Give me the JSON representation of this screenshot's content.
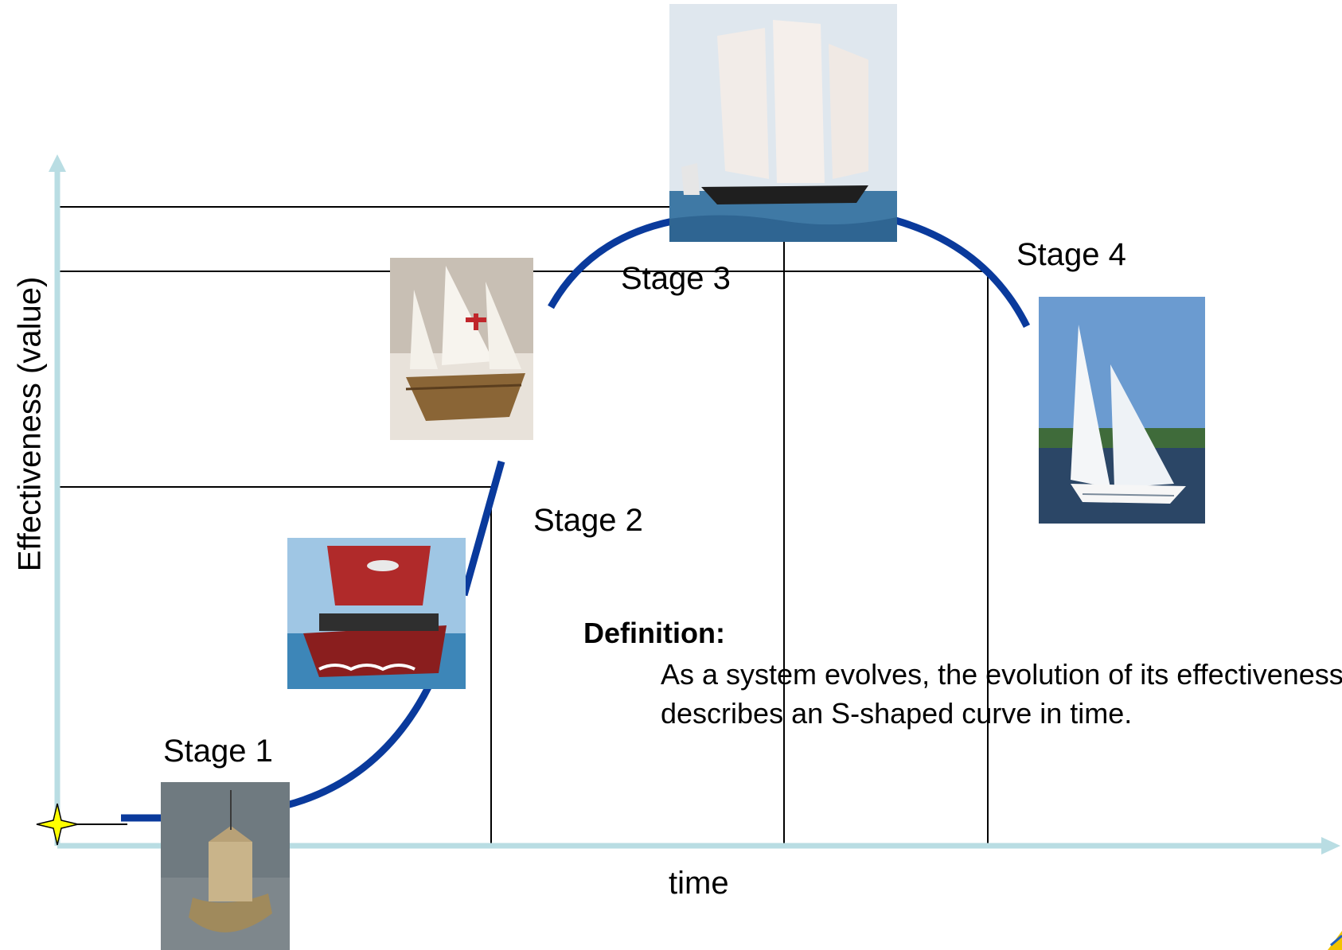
{
  "axes": {
    "ylabel": "Effectiveness (value)",
    "xlabel": "time"
  },
  "stages": [
    {
      "label": "Stage 1",
      "image": "reed-boat-photo"
    },
    {
      "label": "Stage 2",
      "image": "galley-red-sail-photo"
    },
    {
      "label": "Stage 3",
      "image": "caravel-model-photo"
    },
    {
      "label": "Stage 4",
      "image": "sailboat-photo"
    }
  ],
  "peak_image": "clipper-ship-photo",
  "definition": {
    "title": "Definition:",
    "text": "As a system evolves, the evolution of its effectiveness describes an S-shaped curve in time."
  },
  "colors": {
    "axis": "#b9dde3",
    "curve": "#0a3a9c",
    "gridline": "#000000",
    "origin_star": "#ffff00"
  }
}
